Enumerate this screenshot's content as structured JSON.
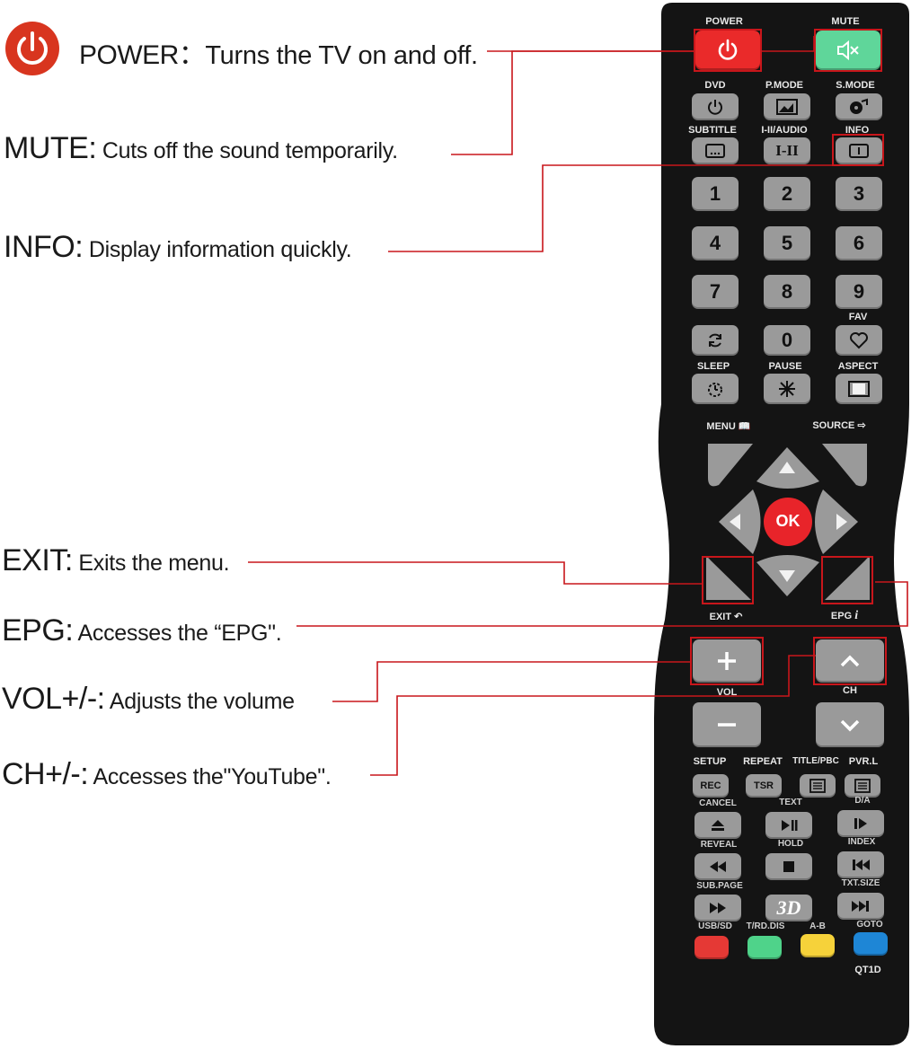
{
  "annotations": {
    "power": {
      "title": "POWER",
      "sep": "：",
      "desc": "Turns the TV on and off."
    },
    "mute": {
      "title": "MUTE",
      "sep": ":",
      "desc": " Cuts off the sound temporarily."
    },
    "info": {
      "title": "INFO",
      "sep": ":",
      "desc": " Display information quickly."
    },
    "exit": {
      "title": "EXIT",
      "sep": ":",
      "desc": " Exits the menu."
    },
    "epg": {
      "title": "EPG",
      "sep": ":",
      "desc": " Accesses the “EPG\"."
    },
    "vol": {
      "title": "VOL+/-",
      "sep": ":",
      "desc": " Adjusts the volume"
    },
    "ch": {
      "title": "CH+/-",
      "sep": ":",
      "desc": " Accesses the\"YouTube\"."
    }
  },
  "remote": {
    "labels": {
      "power": "POWER",
      "mute": "MUTE",
      "dvd": "DVD",
      "pmode": "P.MODE",
      "smode": "S.MODE",
      "subtitle": "SUBTITLE",
      "audio": "I-II/AUDIO",
      "info": "INFO",
      "fav": "FAV",
      "sleep": "SLEEP",
      "pause": "PAUSE",
      "aspect": "ASPECT",
      "menu": "MENU",
      "source": "SOURCE",
      "exit": "EXIT",
      "epg": "EPG",
      "vol": "VOL",
      "ch": "CH",
      "setup": "SETUP",
      "repeat": "REPEAT",
      "titlepbc": "TITLE/PBC",
      "pvrl": "PVR.L",
      "cancel": "CANCEL",
      "text": "TEXT",
      "da": "D/A",
      "reveal": "REVEAL",
      "hold": "HOLD",
      "index": "INDEX",
      "subpage": "SUB.PAGE",
      "txtsize": "TXT.SIZE",
      "usbsd": "USB/SD",
      "trddis": "T/RD.DIS",
      "ab": "A-B",
      "goto": "GOTO",
      "model": "QT1D"
    },
    "buttons": {
      "n1": "1",
      "n2": "2",
      "n3": "3",
      "n4": "4",
      "n5": "5",
      "n6": "6",
      "n7": "7",
      "n8": "8",
      "n9": "9",
      "n0": "0",
      "audio_face": "I-II",
      "ok": "OK",
      "rec": "REC",
      "tsr": "TSR",
      "three_d": "3D"
    },
    "colors": {
      "body": "#141414",
      "button": "#9a9a9a",
      "highlight": "#c8161b",
      "power": "#ea2a2a",
      "mute": "#5fd69a",
      "ok": "#e8242a",
      "red": "#e53935",
      "green": "#4fd38a",
      "yellow": "#f6d23a",
      "blue": "#1e86d6"
    }
  }
}
